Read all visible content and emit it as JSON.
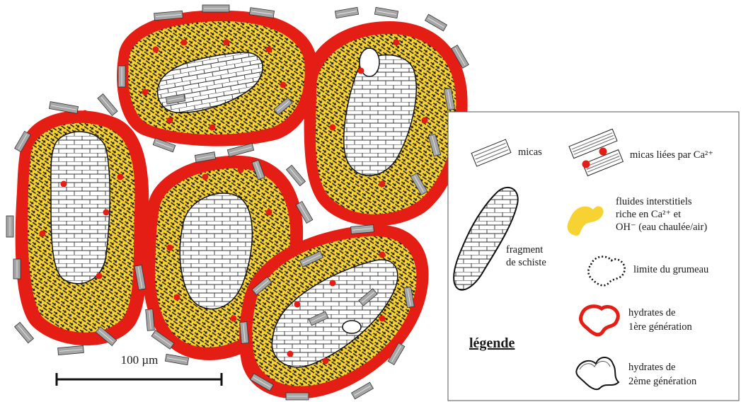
{
  "scale_bar": {
    "label": "100 µm"
  },
  "legend": {
    "title": "légende",
    "items": [
      {
        "id": "micas",
        "lines": [
          "micas"
        ]
      },
      {
        "id": "micas-bound",
        "lines": [
          "micas liées par Ca²⁺"
        ]
      },
      {
        "id": "fluids",
        "lines": [
          "fluides interstitiels",
          "riche en Ca²⁺ et",
          "OH⁻ (eau chaulée/air)"
        ]
      },
      {
        "id": "schist",
        "lines": [
          "fragment",
          "de schiste"
        ]
      },
      {
        "id": "limit",
        "lines": [
          "limite du grumeau"
        ]
      },
      {
        "id": "hydrates-1",
        "lines": [
          "hydrates de",
          "1ère génération"
        ]
      },
      {
        "id": "hydrates-2",
        "lines": [
          "hydrates de",
          "2ème génération"
        ]
      }
    ]
  },
  "colors": {
    "hydrates_first_generation": "#e41e14",
    "interstitial_fluid": "#f7d233",
    "mica": "#a6a6a6",
    "calcium_dot": "#e41e14",
    "hydrates_second_generation": "#141414",
    "schist_fragment": "#ffffff",
    "outline": "#111111"
  }
}
